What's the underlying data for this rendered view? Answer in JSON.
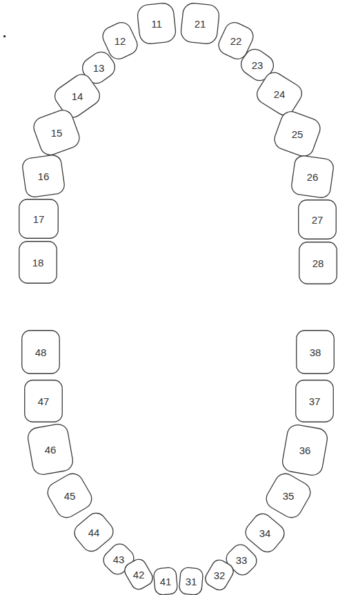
{
  "diagram": {
    "nodes": [
      {
        "text": [
          "11"
        ]
      },
      {
        "text": [
          "21"
        ]
      },
      {
        "text": [
          "12"
        ]
      },
      {
        "text": [
          "22"
        ]
      },
      {
        "text": [
          "13"
        ]
      },
      {
        "text": [
          "23"
        ]
      },
      {
        "text": [
          "14"
        ]
      },
      {
        "text": [
          "24"
        ]
      },
      {
        "text": [
          "15"
        ]
      },
      {
        "text": [
          "25"
        ]
      },
      {
        "text": [
          "16"
        ]
      },
      {
        "text": [
          "26"
        ]
      },
      {
        "text": [
          "17"
        ]
      },
      {
        "text": [
          "27"
        ]
      },
      {
        "text": [
          "18"
        ]
      },
      {
        "text": [
          "28"
        ]
      },
      {
        "text": [
          "48"
        ]
      },
      {
        "text": [
          "38"
        ]
      },
      {
        "text": [
          "47"
        ]
      },
      {
        "text": [
          "37"
        ]
      },
      {
        "text": [
          "46"
        ]
      },
      {
        "text": [
          "36"
        ]
      },
      {
        "text": [
          "45"
        ]
      },
      {
        "text": [
          "35"
        ]
      },
      {
        "text": [
          "44"
        ]
      },
      {
        "text": [
          "34"
        ]
      },
      {
        "text": [
          "43"
        ]
      },
      {
        "text": [
          "33"
        ]
      },
      {
        "text": [
          "42"
        ]
      },
      {
        "text": [
          "32"
        ]
      },
      {
        "text": [
          "41"
        ]
      },
      {
        "text": [
          "31"
        ]
      }
    ],
    "labels": [
      "."
    ]
  }
}
